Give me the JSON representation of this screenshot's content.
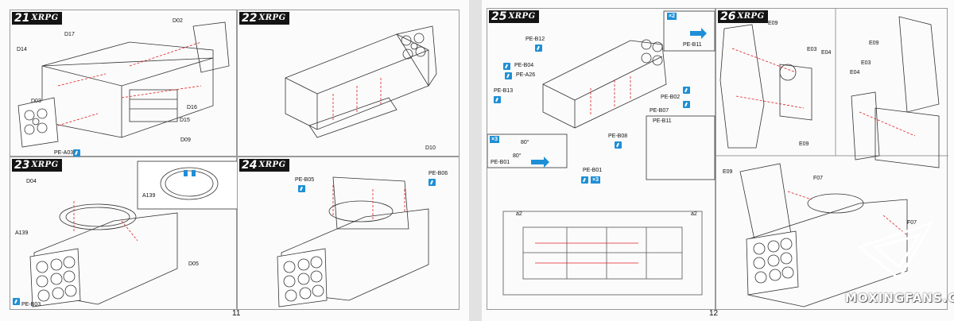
{
  "header": {
    "brand": "XRPG"
  },
  "steps": {
    "s21": {
      "num": "21",
      "labels": {
        "d02": "D02",
        "d17": "D17",
        "d14": "D14",
        "d03": "D03",
        "d16": "D16",
        "d15": "D15",
        "d09": "D09",
        "pea03": "PE-A03"
      }
    },
    "s22": {
      "num": "22",
      "labels": {
        "d10": "D10"
      }
    },
    "s23": {
      "num": "23",
      "labels": {
        "d04": "D04",
        "a139": "A139",
        "a139b": "A139",
        "d05": "D05",
        "peb03": "PE-B03"
      }
    },
    "s24": {
      "num": "24",
      "labels": {
        "peb05": "PE-B05",
        "peb06": "PE-B06"
      }
    },
    "s25": {
      "num": "25",
      "labels": {
        "peb12": "PE-B12",
        "peb04": "PE-B04",
        "pea26": "PE-A26",
        "peb13": "PE-B13",
        "peb02": "PE-B02",
        "peb07": "PE-B07",
        "peb11": "PE-B11",
        "peb11b": "PE-B11",
        "peb08": "PE-B08",
        "peb01": "PE-B01",
        "peb01b": "PE-B01",
        "deg1": "80°",
        "deg2": "80°",
        "a2l": "a2",
        "a2r": "a2"
      },
      "mult": {
        "x2": "×2",
        "x3": "×3",
        "x3b": "×3"
      }
    },
    "s26": {
      "num": "26",
      "labels": {
        "e09a": "E09",
        "e03": "E03",
        "e04": "E04",
        "e09b": "E09",
        "e03b": "E03",
        "e04b": "E04",
        "e09c": "E09",
        "e09d": "E09",
        "f07": "F07",
        "f07b": "F07"
      }
    }
  },
  "page_numbers": {
    "left": "11",
    "right": "12"
  },
  "watermark": "MOXINGFANS.COM"
}
